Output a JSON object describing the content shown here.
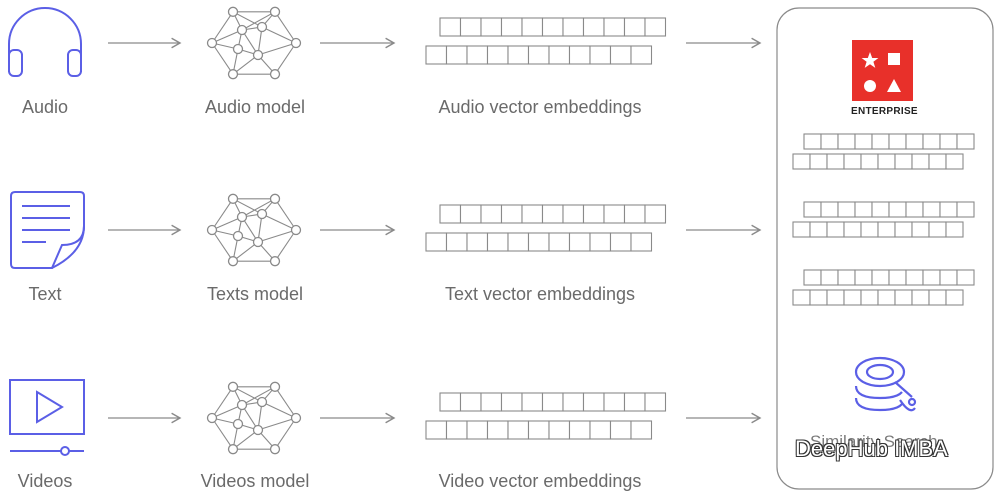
{
  "rows": [
    {
      "input_label": "Audio",
      "model_label": "Audio model",
      "embedding_label": "Audio vector embeddings",
      "input_icon": "headphones-icon"
    },
    {
      "input_label": "Text",
      "model_label": "Texts model",
      "embedding_label": "Text vector embeddings",
      "input_icon": "document-icon"
    },
    {
      "input_label": "Videos",
      "model_label": "Videos model",
      "embedding_label": "Video vector embeddings",
      "input_icon": "video-player-icon"
    }
  ],
  "database": {
    "logo_text": "ENTERPRISE",
    "logo_icon": "redis-enterprise-logo-icon",
    "search_icon": "similarity-search-icon",
    "search_label": "Similarity Search"
  },
  "watermark": "DeepHub IMBA",
  "colors": {
    "accent": "#5b5fe6",
    "line": "#8a8a8a",
    "label": "#6a6a6a",
    "logo_red": "#e8302a"
  }
}
